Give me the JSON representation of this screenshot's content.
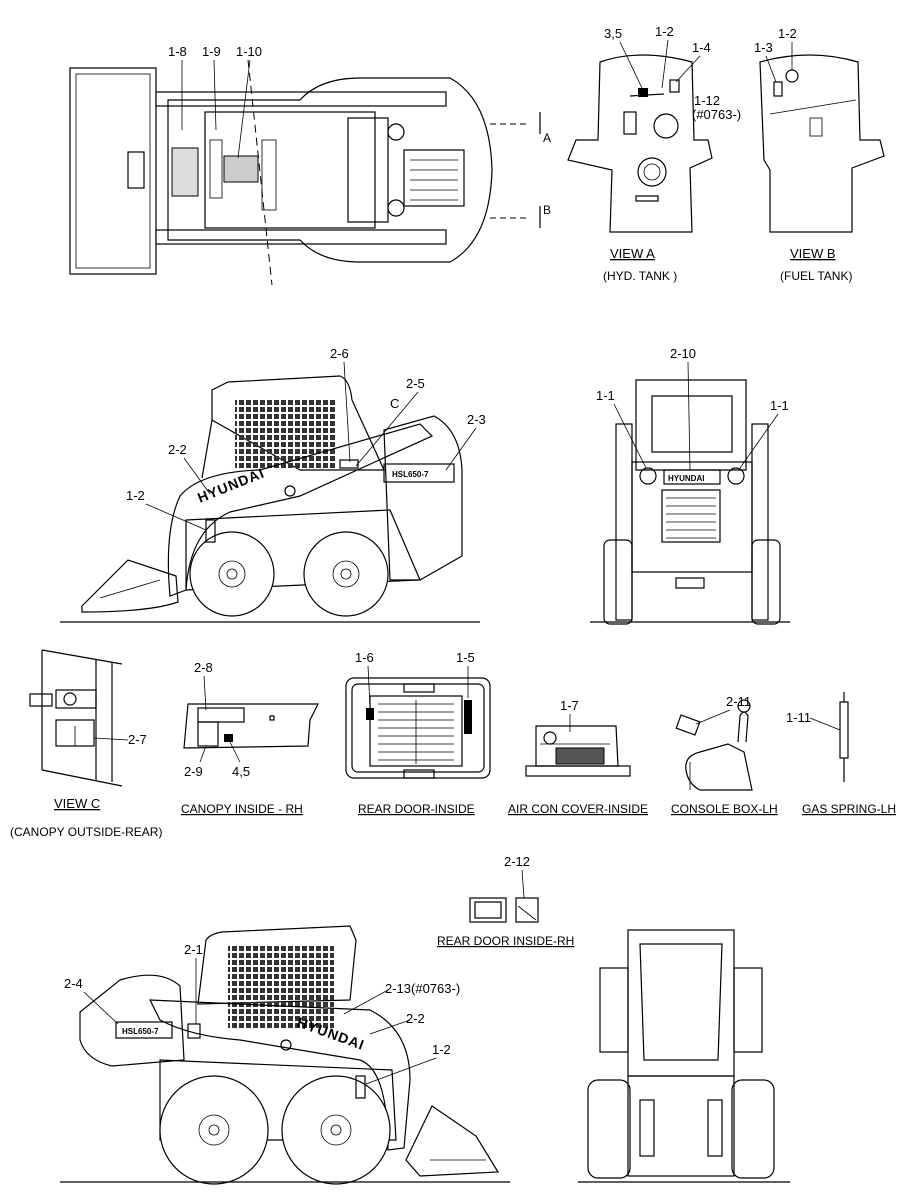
{
  "labels": {
    "top_1_8": "1-8",
    "top_1_9": "1-9",
    "top_1_10": "1-10",
    "arrow_a": "A",
    "arrow_b": "B",
    "va_3_5": "3,5",
    "va_1_2": "1-2",
    "va_1_4": "1-4",
    "va_1_12": "1-12",
    "va_1_12_note": "(#0763-)",
    "vb_1_3": "1-3",
    "vb_1_2": "1-2",
    "side_2_6": "2-6",
    "side_2_5": "2-5",
    "side_c": "C",
    "side_2_3": "2-3",
    "side_2_2": "2-2",
    "side_1_2": "1-2",
    "rear_2_10": "2-10",
    "rear_1_1_left": "1-1",
    "rear_1_1_right": "1-1",
    "vc_2_7": "2-7",
    "canopy_2_8": "2-8",
    "canopy_2_9": "2-9",
    "canopy_4_5": "4,5",
    "door_1_6": "1-6",
    "door_1_5": "1-5",
    "aircon_1_7": "1-7",
    "console_2_11": "2-11",
    "gas_1_11": "1-11",
    "rh_2_12": "2-12",
    "lh_2_1": "2-1",
    "lh_2_4": "2-4",
    "lh_2_13": "2-13(#0763-)",
    "lh_2_2": "2-2",
    "lh_1_2": "1-2"
  },
  "captions": {
    "view_a_title": "VIEW  A",
    "view_a_sub": "(HYD. TANK )",
    "view_b_title": "VIEW  B",
    "view_b_sub": "(FUEL TANK)",
    "view_c_title": "VIEW  C",
    "view_c_sub": "(CANOPY  OUTSIDE-REAR)",
    "canopy_inside": "CANOPY  INSIDE - RH",
    "rear_door_inside": "REAR DOOR-INSIDE",
    "air_con_cover": "AIR CON COVER-INSIDE",
    "console_box": "CONSOLE BOX-LH",
    "gas_spring": "GAS SPRING-LH",
    "rear_door_inside_rh": "REAR DOOR INSIDE-RH"
  },
  "decals": {
    "brand": "HYUNDAI",
    "model": "HSL650-7"
  }
}
